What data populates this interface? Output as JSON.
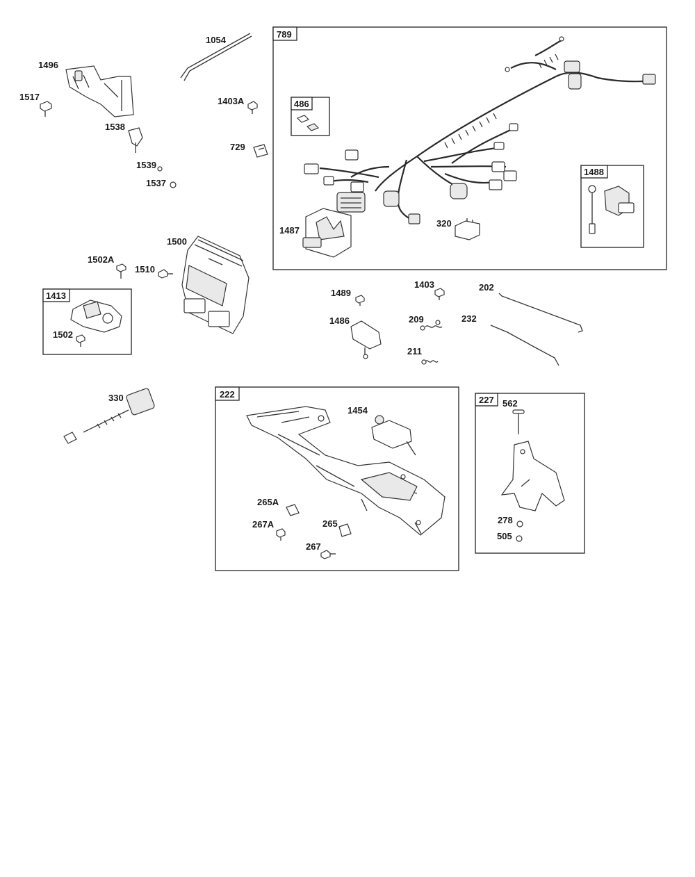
{
  "boxes": {
    "b789": "789",
    "b486": "486",
    "b1488": "1488",
    "b1413": "1413",
    "b222": "222",
    "b227": "227"
  },
  "callouts": {
    "c1054": "1054",
    "c1496": "1496",
    "c1517": "1517",
    "c1538": "1538",
    "c1539": "1539",
    "c1537": "1537",
    "c1403A": "1403A",
    "c729": "729",
    "c1487": "1487",
    "c320": "320",
    "c1500": "1500",
    "c1502A": "1502A",
    "c1510": "1510",
    "c1502": "1502",
    "c1489": "1489",
    "c1403": "1403",
    "c202": "202",
    "c1486": "1486",
    "c209": "209",
    "c232": "232",
    "c211": "211",
    "c330": "330",
    "c1454": "1454",
    "c265A": "265A",
    "c267A": "267A",
    "c265": "265",
    "c267": "267",
    "c562": "562",
    "c278": "278",
    "c505": "505"
  }
}
